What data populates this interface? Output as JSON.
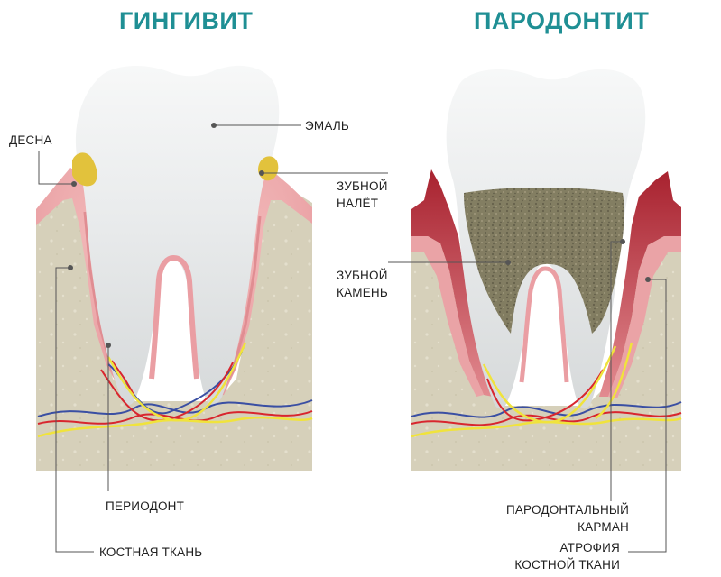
{
  "colors": {
    "heading": "#1f8f94",
    "bone": "#d5cfb9",
    "gum": "#eaa3a6",
    "gum_dark": "#b33a45",
    "enamel": "#eceeef",
    "plaque": "#e2c23c",
    "calculus": "#6e6a4e",
    "artery": "#d8262e",
    "vein": "#3a4fa3",
    "nerve": "#f0e33c",
    "pointer": "#555555"
  },
  "headings": {
    "left": "ГИНГИВИТ",
    "right": "ПАРОДОНТИТ"
  },
  "labels": {
    "desna": "ДЕСНА",
    "emal": "ЭМАЛЬ",
    "nalet": [
      "ЗУБНОЙ",
      "НАЛЁТ"
    ],
    "kamen": [
      "ЗУБНОЙ",
      "КАМЕНЬ"
    ],
    "periodont": "ПЕРИОДОНТ",
    "kostnaya": "КОСТНАЯ ТКАНЬ",
    "karman": [
      "ПАРОДОНТАЛЬНЫЙ",
      "КАРМАН"
    ],
    "atrofiya": [
      "АТРОФИЯ",
      "КОСТНОЙ ТКАНИ"
    ]
  }
}
